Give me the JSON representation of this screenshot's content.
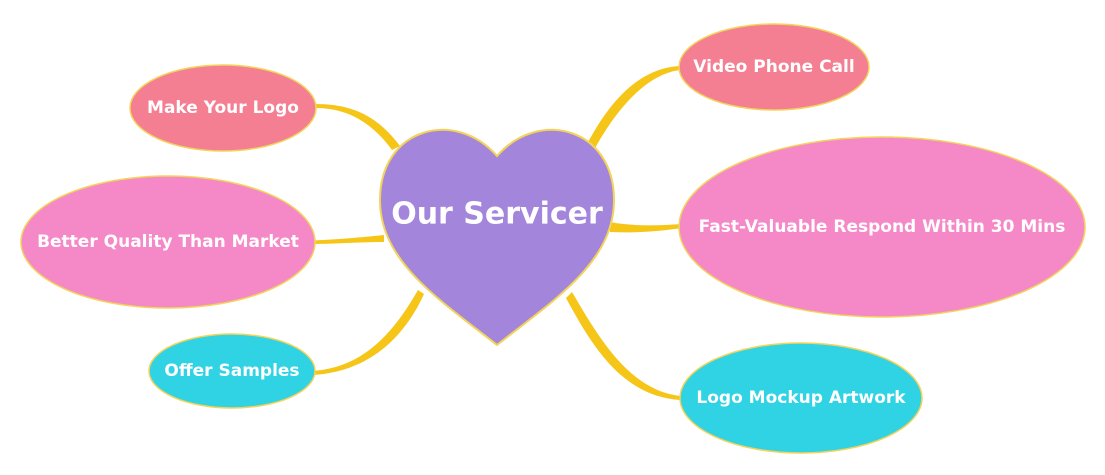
{
  "center": {
    "label": "Our Servicer",
    "color": "#a386dc"
  },
  "branch_color": "#f5c518",
  "outline_color": "#f3d35a",
  "nodes": [
    {
      "id": "make-your-logo",
      "label": "Make Your Logo",
      "color": "#f57f92"
    },
    {
      "id": "better-quality",
      "label": "Better Quality Than Market",
      "color": "#f589c8"
    },
    {
      "id": "offer-samples",
      "label": "Offer Samples",
      "color": "#2fd3e4"
    },
    {
      "id": "video-phone-call",
      "label": "Video Phone Call",
      "color": "#f57f92"
    },
    {
      "id": "fast-respond",
      "label": "Fast-Valuable Respond Within 30 Mins",
      "color": "#f589c8"
    },
    {
      "id": "logo-mockup",
      "label": "Logo Mockup Artwork",
      "color": "#2fd3e4"
    }
  ]
}
